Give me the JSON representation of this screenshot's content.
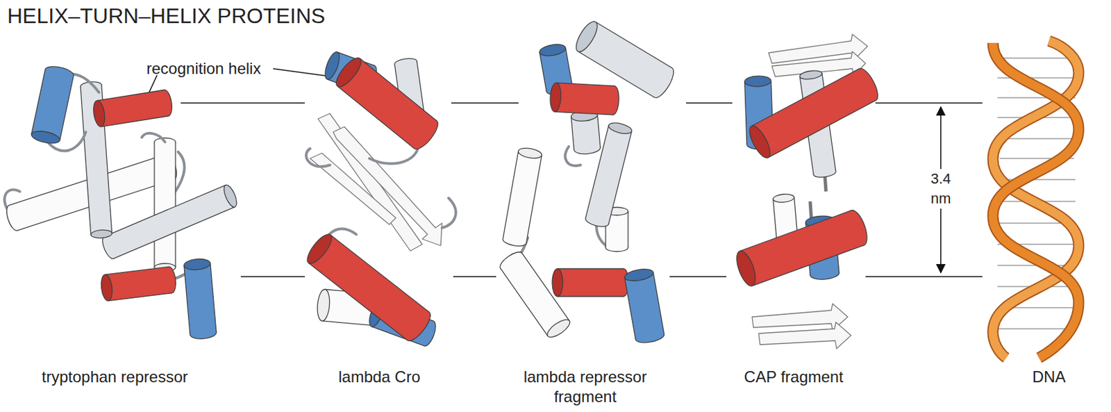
{
  "diagram": {
    "title": "HELIX–TURN–HELIX PROTEINS",
    "labels": [
      "recognition helix",
      "3.4 nm",
      "tryptophan repressor",
      "lambda Cro",
      "lambda repressor fragment",
      "CAP fragment",
      "DNA"
    ]
  }
}
